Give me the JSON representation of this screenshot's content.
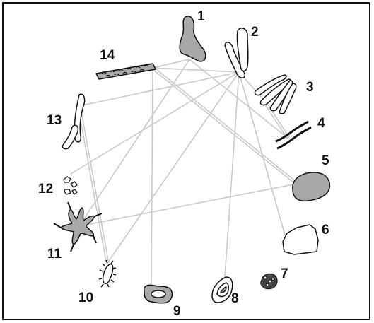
{
  "diagram": {
    "nodes": [
      {
        "id": 1,
        "label": "1",
        "shape": "filled-blob"
      },
      {
        "id": 2,
        "label": "2",
        "shape": "two-outline-rods"
      },
      {
        "id": 3,
        "label": "3",
        "shape": "outline-strand-cluster"
      },
      {
        "id": 4,
        "label": "4",
        "shape": "twisted-strands"
      },
      {
        "id": 5,
        "label": "5",
        "shape": "filled-oval"
      },
      {
        "id": 6,
        "label": "6",
        "shape": "outline-polygon"
      },
      {
        "id": 7,
        "label": "7",
        "shape": "small-dark-cluster"
      },
      {
        "id": 8,
        "label": "8",
        "shape": "concentric-outline"
      },
      {
        "id": 9,
        "label": "9",
        "shape": "filled-ring"
      },
      {
        "id": 10,
        "label": "10",
        "shape": "spiked-oval"
      },
      {
        "id": 11,
        "label": "11",
        "shape": "branched-filled"
      },
      {
        "id": 12,
        "label": "12",
        "shape": "small-fragments"
      },
      {
        "id": 13,
        "label": "13",
        "shape": "curved-rods"
      },
      {
        "id": 14,
        "label": "14",
        "shape": "textured-bar"
      }
    ],
    "edges": [
      [
        1,
        14
      ],
      [
        1,
        11
      ],
      [
        1,
        4
      ],
      [
        2,
        14
      ],
      [
        2,
        13
      ],
      [
        2,
        12
      ],
      [
        2,
        10
      ],
      [
        2,
        8
      ],
      [
        2,
        6
      ],
      [
        2,
        3
      ],
      [
        3,
        4
      ],
      [
        14,
        5
      ],
      [
        14,
        9
      ],
      [
        13,
        10
      ],
      [
        5,
        11
      ]
    ],
    "colors": {
      "fill": "#a9a9a9",
      "stroke": "#111111",
      "edge": "#c9c9c9",
      "frame": "#111111"
    }
  }
}
